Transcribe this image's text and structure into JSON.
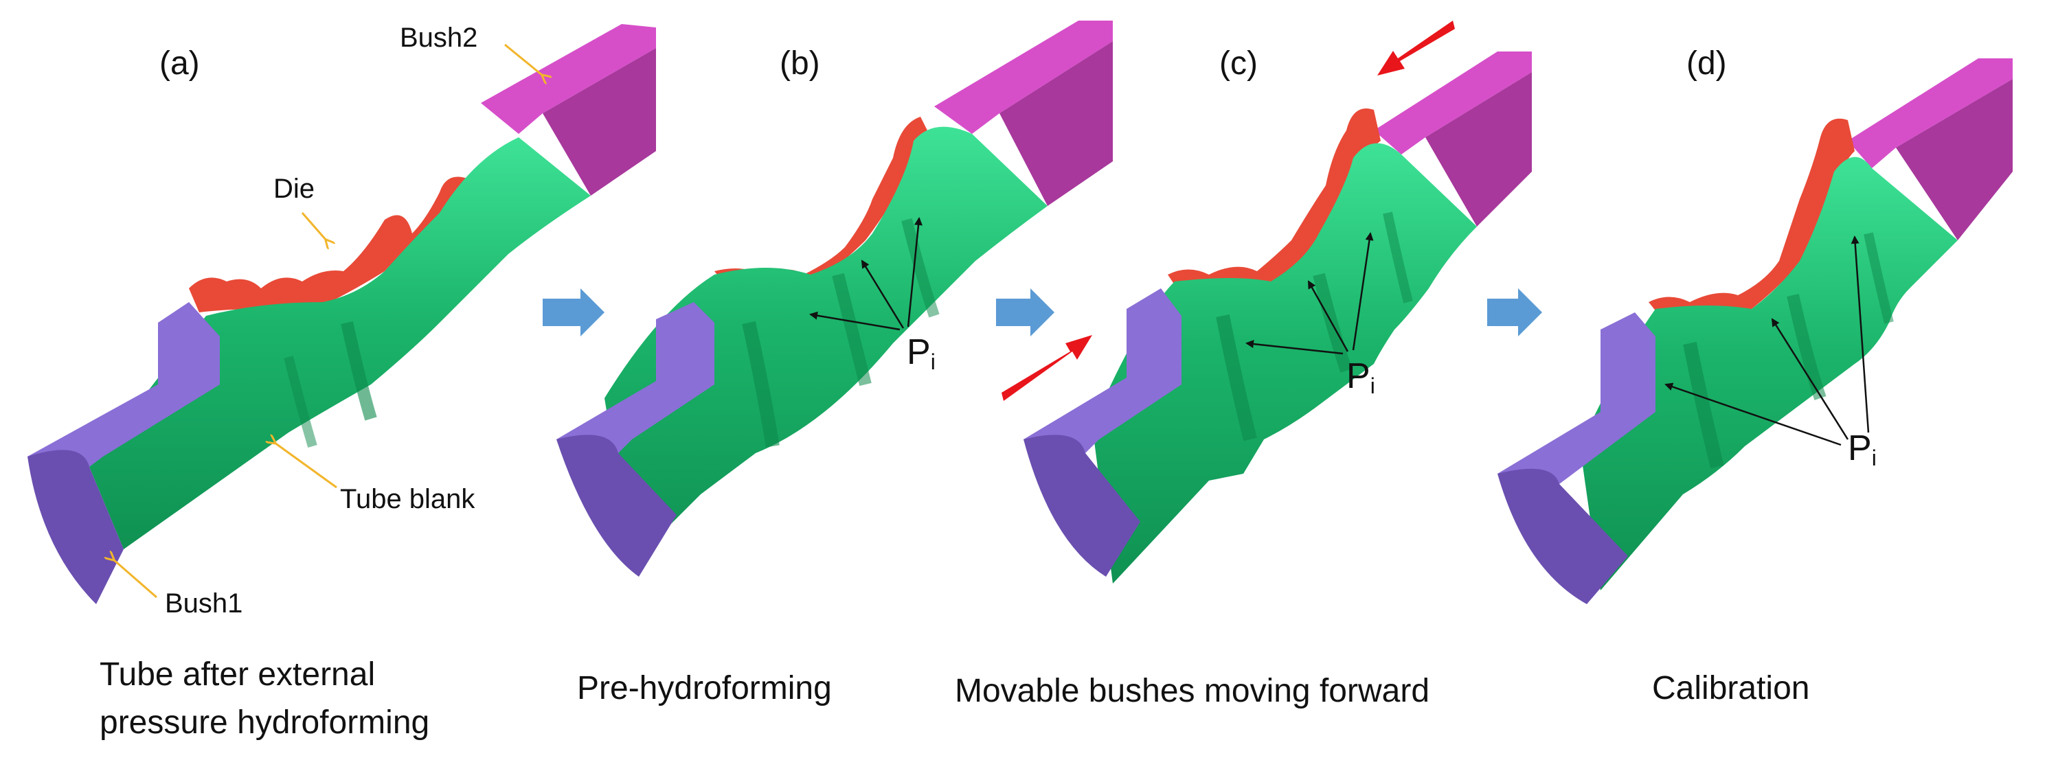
{
  "panels": [
    {
      "label": "(a)",
      "caption": "Tube after external pressure hydroforming",
      "annotations": {
        "die": "Die",
        "bush1": "Bush1",
        "bush2": "Bush2",
        "tube": "Tube blank"
      }
    },
    {
      "label": "(b)",
      "caption": "Pre-hydroforming",
      "annotations": {
        "pressure": "P",
        "pressure_sub": "i"
      }
    },
    {
      "label": "(c)",
      "caption": "Movable bushes moving forward",
      "annotations": {
        "pressure": "P",
        "pressure_sub": "i"
      }
    },
    {
      "label": "(d)",
      "caption": "Calibration",
      "annotations": {
        "pressure": "P",
        "pressure_sub": "i"
      }
    }
  ],
  "colors": {
    "tube": "#1bb46a",
    "tube_light": "#35d888",
    "tube_dark": "#0e8a4c",
    "die": "#e84a37",
    "bush_left": "#8a6fd6",
    "bush_left_dark": "#6a4fb0",
    "bush_right": "#d64fc9",
    "bush_right_dark": "#a8389c",
    "step_arrow": "#5b9bd5",
    "motion_arrow": "#e8151b",
    "leader_line": "#f2b52b"
  },
  "icons": {
    "step_arrow": "right-arrow-icon",
    "motion_arrow": "red-arrow-icon"
  }
}
